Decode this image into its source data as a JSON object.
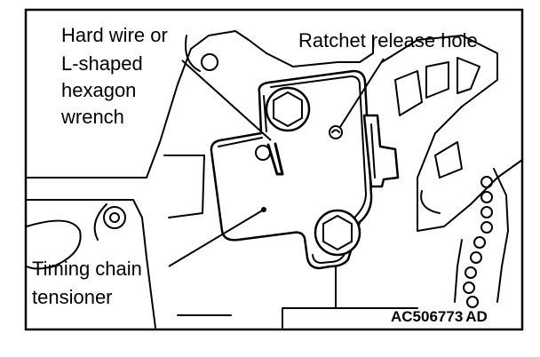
{
  "labels": {
    "hard_wire": [
      "Hard wire or",
      "L-shaped",
      "hexagon",
      "wrench"
    ],
    "ratchet": "Ratchet release hole",
    "tensioner": [
      "Timing chain",
      "tensioner"
    ],
    "code": "AC506773",
    "code_suffix": "AD"
  },
  "colors": {
    "ink": "#000000",
    "paper": "#ffffff"
  }
}
